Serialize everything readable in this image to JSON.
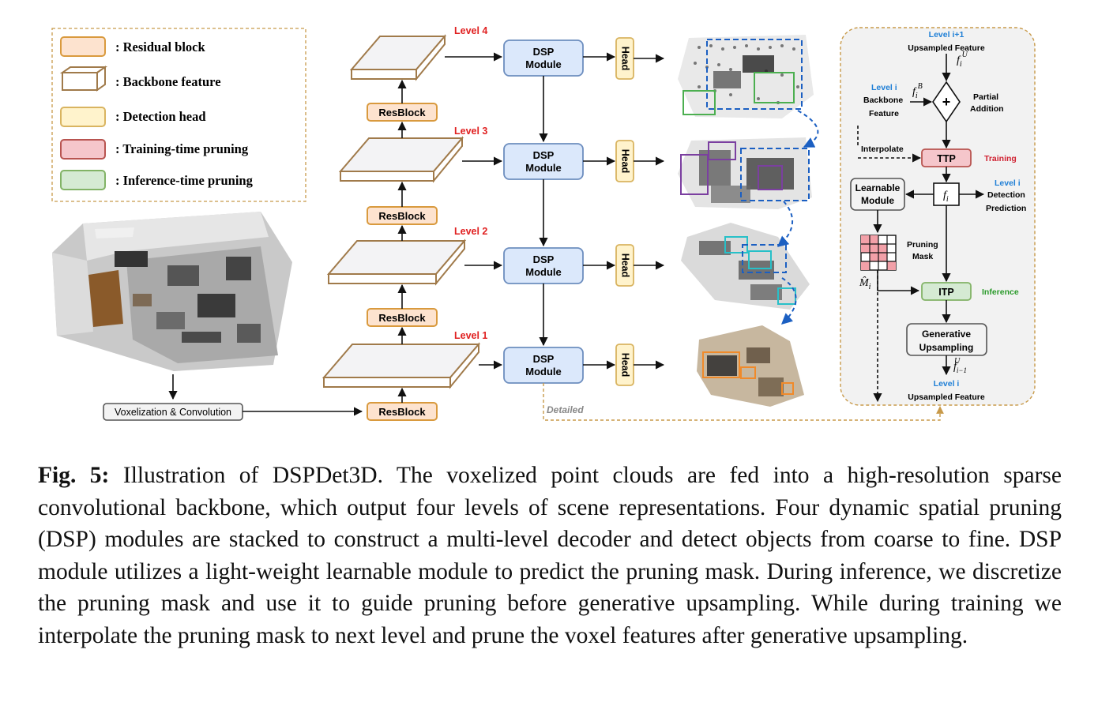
{
  "legend": {
    "items": [
      {
        "label": ": Residual block",
        "icon": "residual-block-swatch",
        "color": "#fde3cf"
      },
      {
        "label": ": Backbone feature",
        "icon": "backbone-feature-cube",
        "color": "#ffffff"
      },
      {
        "label": ": Detection head",
        "icon": "detection-head-swatch",
        "color": "#fff3cc"
      },
      {
        "label": ": Training-time pruning",
        "icon": "training-pruning-swatch",
        "color": "#f5c6cb"
      },
      {
        "label": ": Inference-time pruning",
        "icon": "inference-pruning-swatch",
        "color": "#d5ead3"
      }
    ]
  },
  "pipeline": {
    "voxelization_label": "Voxelization & Convolution",
    "resblock_label": "ResBlock",
    "dsp_line1": "DSP",
    "dsp_line2": "Module",
    "head_label": "Head",
    "levels": [
      "Level 4",
      "Level 3",
      "Level 2",
      "Level 1"
    ],
    "detailed_label": "Detailed"
  },
  "detail_panel": {
    "top_level": "Level i+1",
    "top_feature": "Upsampled Feature",
    "backbone_level": "Level i",
    "backbone_line1": "Backbone",
    "backbone_line2": "Feature",
    "partial_line1": "Partial",
    "partial_line2": "Addition",
    "interpolate": "Interpolate",
    "ttp": "TTP",
    "training": "Training",
    "learnable_line1": "Learnable",
    "learnable_line2": "Module",
    "detection_level": "Level i",
    "detection_line1": "Detection",
    "detection_line2": "Prediction",
    "pruning_line1": "Pruning",
    "pruning_line2": "Mask",
    "itp": "ITP",
    "inference": "Inference",
    "generative_line1": "Generative",
    "generative_line2": "Upsampling",
    "bottom_level": "Level i",
    "bottom_feature": "Upsampled Feature"
  },
  "colors": {
    "resblock_fill": "#fde3cf",
    "resblock_stroke": "#d99a3e",
    "dsp_fill": "#dbe8fb",
    "dsp_stroke": "#6d8ebf",
    "head_fill": "#fff3cc",
    "ttp_fill": "#f5c6cb",
    "ttp_stroke": "#b85450",
    "itp_fill": "#d5ead3",
    "itp_stroke": "#82b366",
    "level_red": "#e02020",
    "level_blue": "#1f7fd6",
    "training_red": "#d02030",
    "inference_green": "#2a9a2a",
    "dashed_blue": "#1b5fc2"
  },
  "caption": {
    "label": "Fig. 5:",
    "text": "Illustration of DSPDet3D. The voxelized point clouds are fed into a high-resolution sparse convolutional backbone, which output four levels of scene representations. Four dynamic spatial pruning (DSP) modules are stacked to construct a multi-level decoder and detect objects from coarse to fine. DSP module utilizes a light-weight learnable module to predict the pruning mask. During inference, we discretize the pruning mask and use it to guide pruning before generative upsampling. While during training we interpolate the pruning mask to next level and prune the voxel features after generative upsampling."
  }
}
